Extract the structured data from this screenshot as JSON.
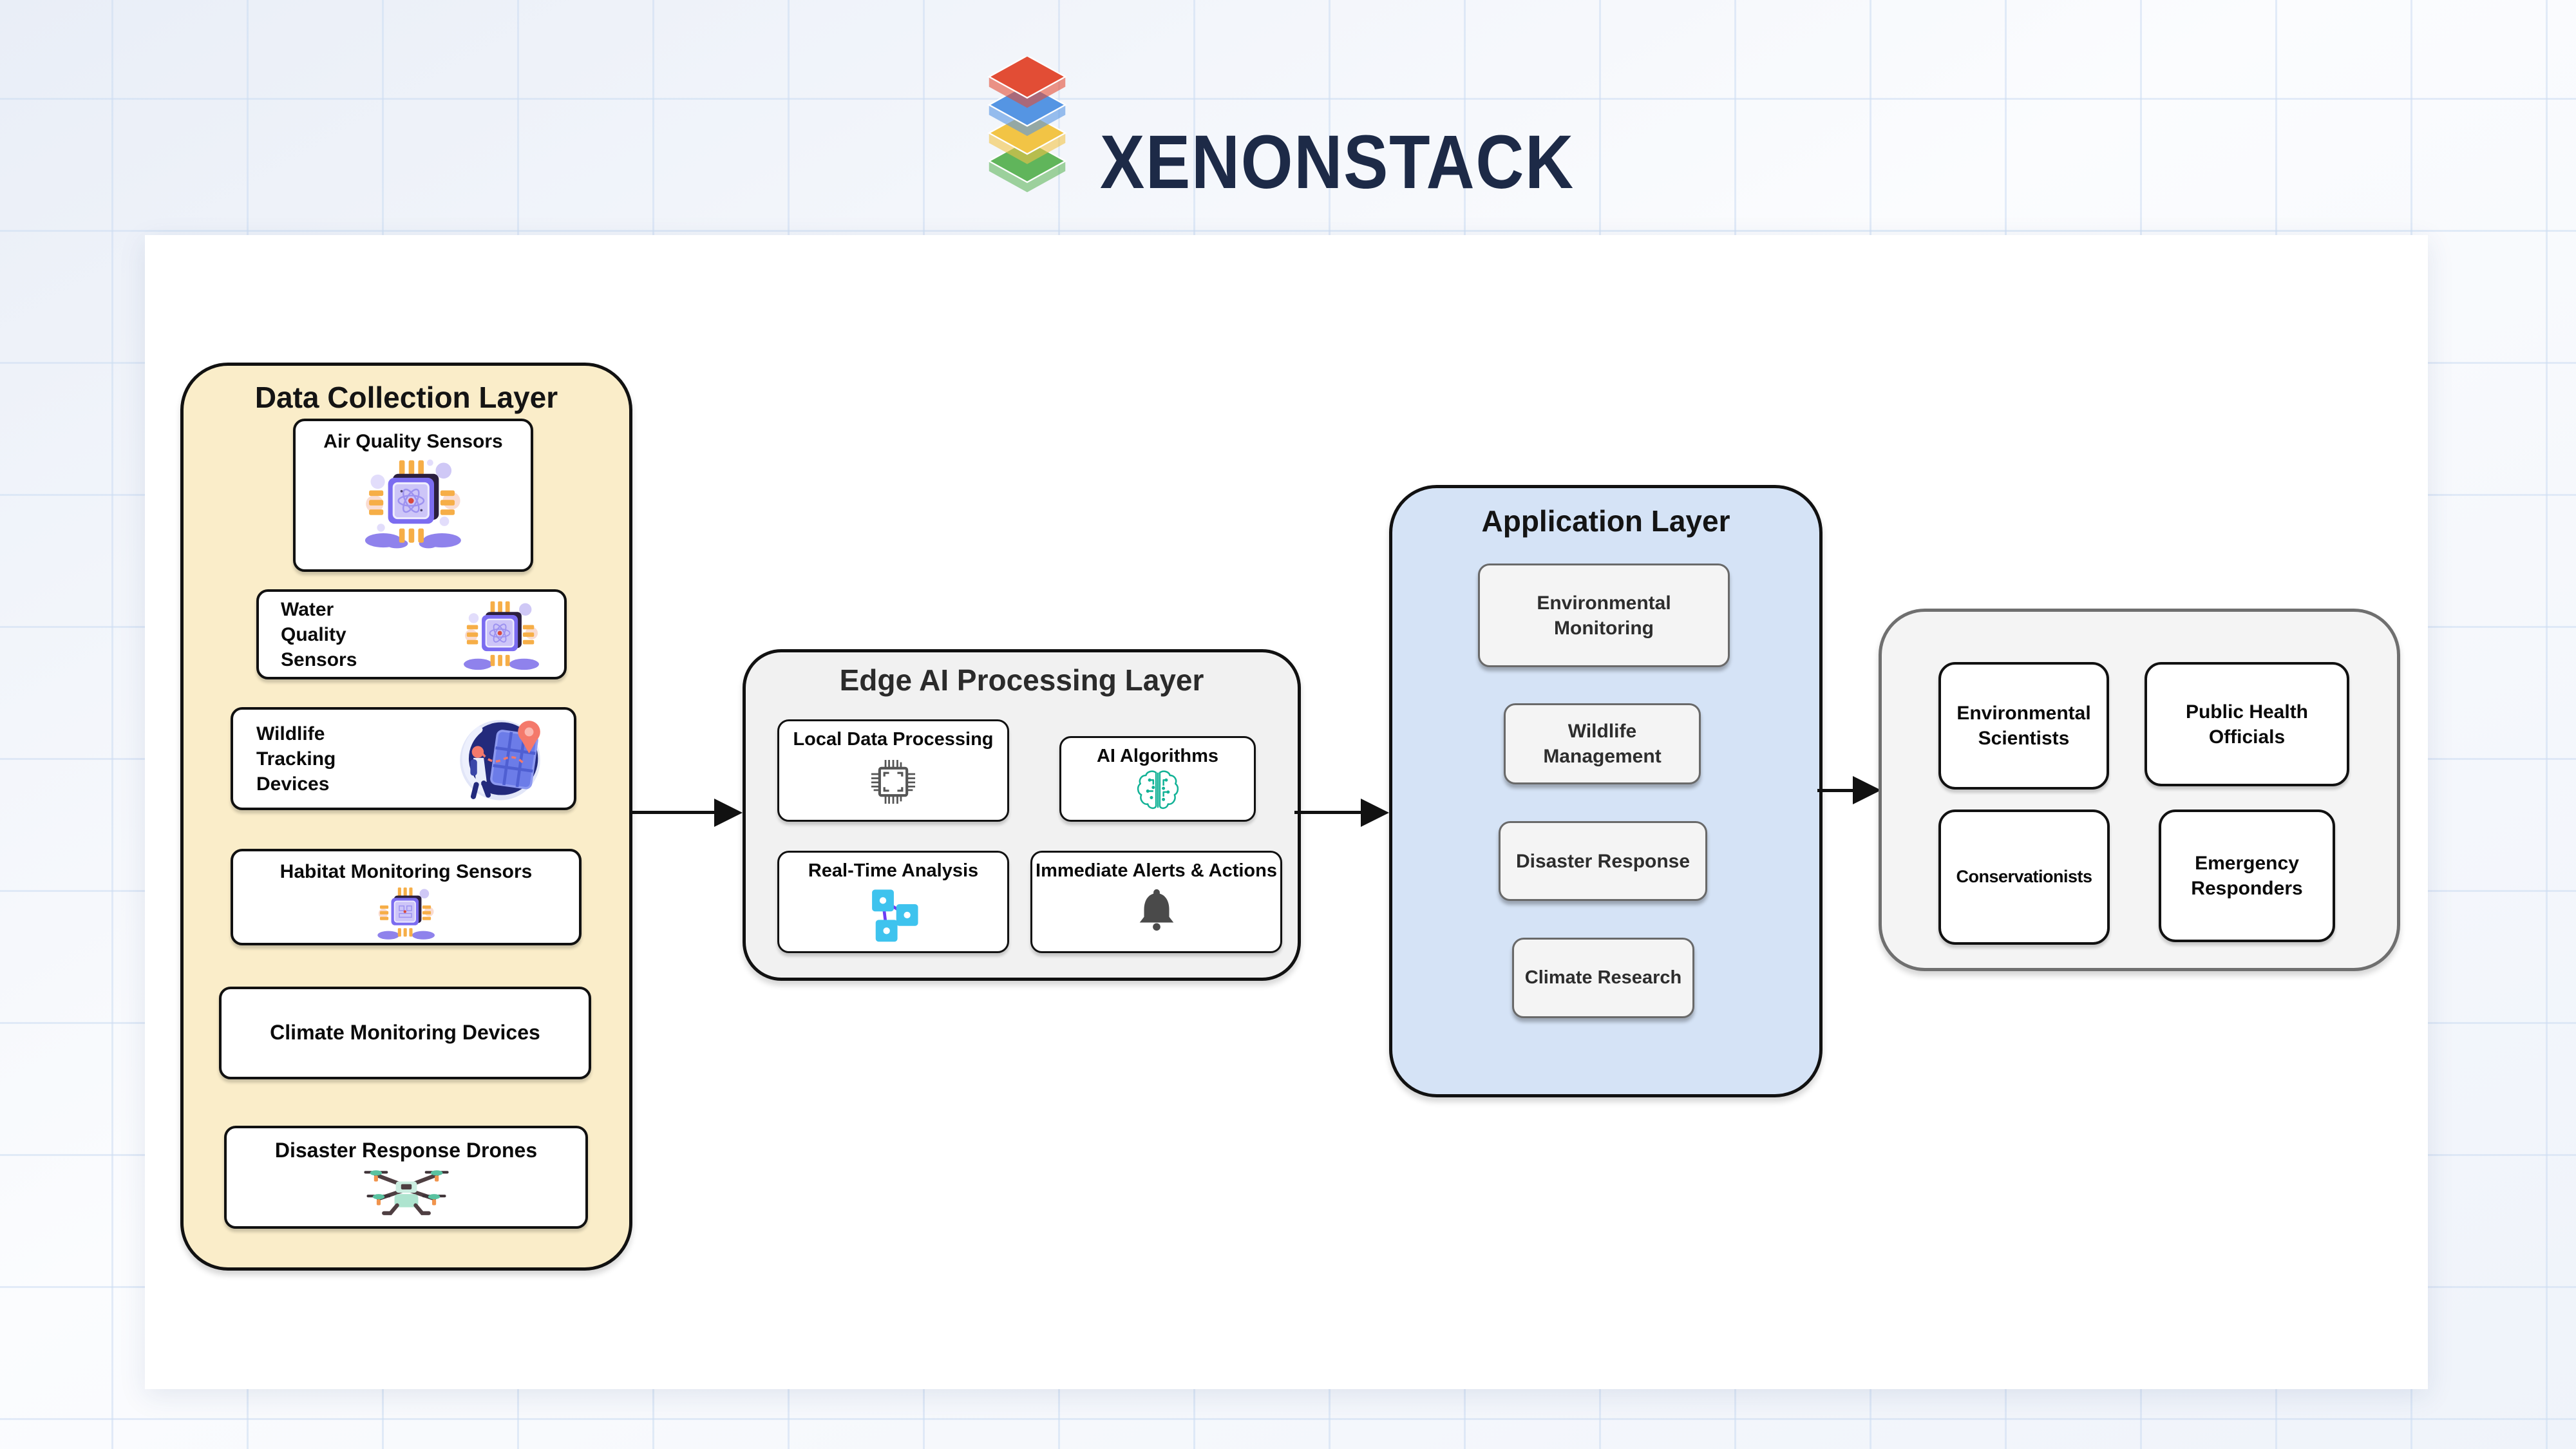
{
  "logo": {
    "text": "XENONSTACK",
    "icon": "layer-stack-icon"
  },
  "layers": {
    "data_collection": {
      "title": "Data Collection Layer",
      "items": [
        {
          "label": "Air Quality Sensors",
          "icon": "sensor-chip-icon"
        },
        {
          "label": "Water Quality Sensors",
          "icon": "sensor-chip-icon"
        },
        {
          "label": "Wildlife Tracking Devices",
          "icon": "gps-tracker-icon"
        },
        {
          "label": "Habitat Monitoring Sensors",
          "icon": "sensor-chip-icon"
        },
        {
          "label": "Climate Monitoring Devices",
          "icon": ""
        },
        {
          "label": "Disaster Response Drones",
          "icon": "drone-icon"
        }
      ]
    },
    "edge_ai": {
      "title": "Edge AI Processing Layer",
      "items": [
        {
          "label": "Local Data Processing",
          "icon": "processor-outline-icon"
        },
        {
          "label": "AI Algorithms",
          "icon": "ai-brain-icon"
        },
        {
          "label": "Real-Time Analysis",
          "icon": "network-graph-icon"
        },
        {
          "label": "Immediate Alerts & Actions",
          "icon": "bell-icon"
        }
      ]
    },
    "application": {
      "title": "Application Layer",
      "items": [
        {
          "label": "Environmental Monitoring"
        },
        {
          "label": "Wildlife Management"
        },
        {
          "label": "Disaster Response"
        },
        {
          "label": "Climate Research"
        }
      ]
    },
    "stakeholders": {
      "items": [
        {
          "label": "Environmental Scientists"
        },
        {
          "label": "Public Health Officials"
        },
        {
          "label": "Conservationists"
        },
        {
          "label": "Emergency Responders"
        }
      ]
    }
  },
  "colors": {
    "data_layer_bg": "#FAEDC9",
    "edge_layer_bg": "#F1F1F1",
    "app_layer_bg": "#D5E3F6",
    "stakeholder_bg": "#F4F4F4",
    "chip_purple": "#7B6CF0",
    "chip_inner_lavender": "#CDC5F8",
    "pin_orange": "#F6AE47",
    "tracker_navy": "#232A7C",
    "tracker_salmon": "#F4796B",
    "drone_mint": "#AEE4CF",
    "brain_teal": "#12B296",
    "node_cyan": "#3EC3EE",
    "edge_purple": "#6C3DF4",
    "bell_gray": "#4A4A4A",
    "logo_red": "#E2452B",
    "logo_blue": "#4D90E2",
    "logo_yellow": "#F2C23C",
    "logo_green": "#59B253",
    "logo_text_navy": "#1D2A47"
  }
}
